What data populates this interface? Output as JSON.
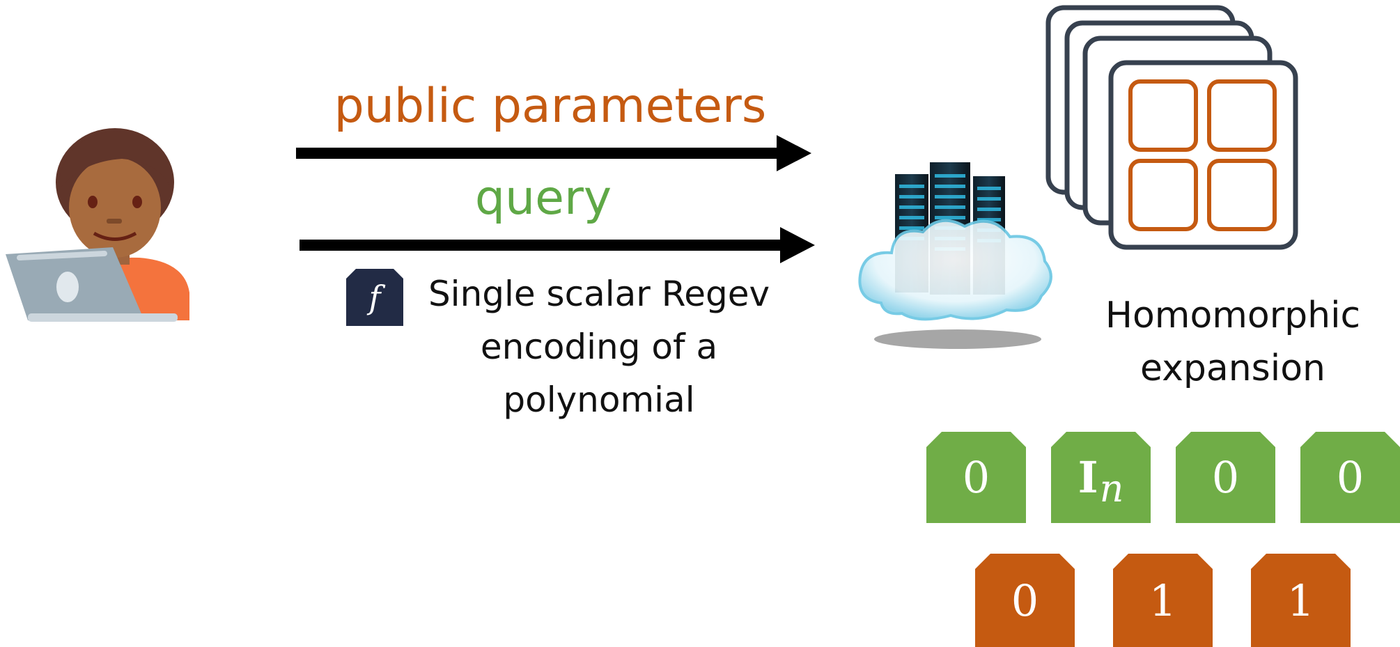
{
  "arrows": {
    "public_parameters": {
      "label": "public parameters",
      "color": "#c55a11"
    },
    "query": {
      "label": "query",
      "color": "#5fa846"
    }
  },
  "query_description": {
    "badge": "f",
    "lines": [
      "Single scalar Regev",
      "encoding of a",
      "polynomial"
    ]
  },
  "server_caption": {
    "lines": [
      "Homomorphic",
      "expansion"
    ]
  },
  "tiles_top": [
    {
      "text": "0",
      "sub": ""
    },
    {
      "text": "I",
      "sub": "n"
    },
    {
      "text": "0",
      "sub": ""
    },
    {
      "text": "0",
      "sub": ""
    }
  ],
  "tiles_bottom": [
    "0",
    "1",
    "1"
  ],
  "icons": {
    "person": "person-with-laptop-icon",
    "server": "cloud-server-icon",
    "stack": "stacked-grid-documents-icon"
  },
  "colors": {
    "green": "#70ad47",
    "orange": "#c55a11",
    "dark": "#37414f",
    "badge": "#222b45"
  }
}
